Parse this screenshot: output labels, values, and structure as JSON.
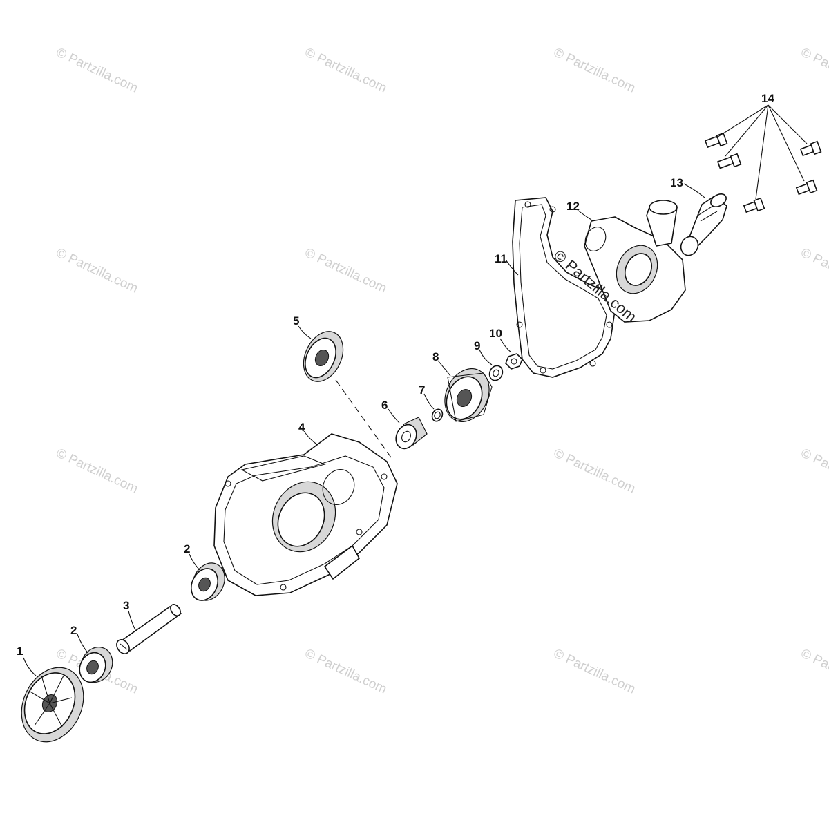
{
  "watermark": {
    "text": "© Partzilla.com",
    "prominent_text": "© Partzilla.com"
  },
  "callouts": {
    "c1": "1",
    "c2a": "2",
    "c2b": "2",
    "c3": "3",
    "c4": "4",
    "c5": "5",
    "c6": "6",
    "c7": "7",
    "c8": "8",
    "c9": "9",
    "c10": "10",
    "c11": "11",
    "c12": "12",
    "c13": "13",
    "c14": "14"
  }
}
